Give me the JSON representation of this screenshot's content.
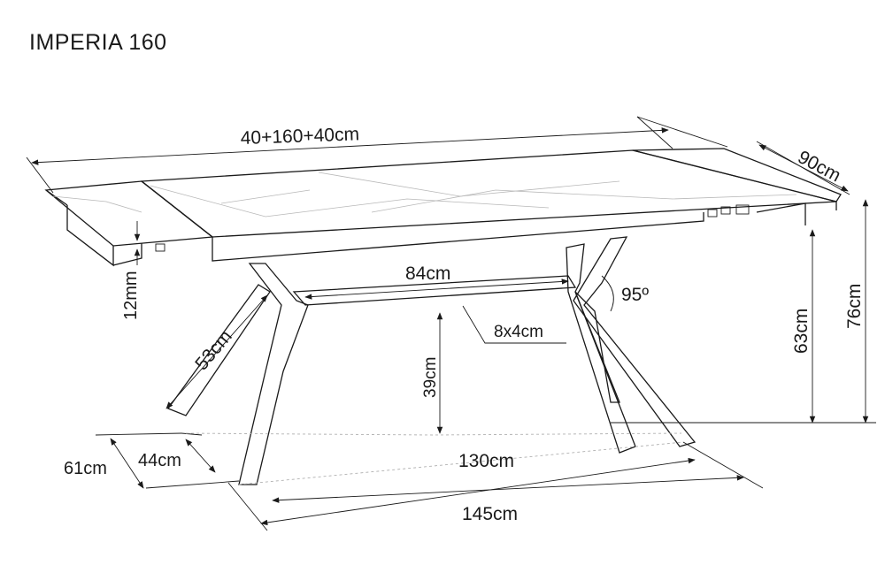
{
  "title": "IMPERIA 160",
  "colors": {
    "line": "#1a1a1a",
    "grain": "#b8b8b8",
    "background": "#ffffff"
  },
  "dimensions": {
    "extended_length": "40+160+40cm",
    "width": "90cm",
    "top_thickness": "12mm",
    "stretcher_length": "84cm",
    "leg_angle": "95º",
    "profile": "8x4cm",
    "leg_length": "53cm",
    "stretcher_height": "39cm",
    "frame_height": "63cm",
    "total_height": "76cm",
    "base_depth_outer": "61cm",
    "base_depth_inner": "44cm",
    "base_length_inner": "130cm",
    "base_length_outer": "145cm"
  }
}
